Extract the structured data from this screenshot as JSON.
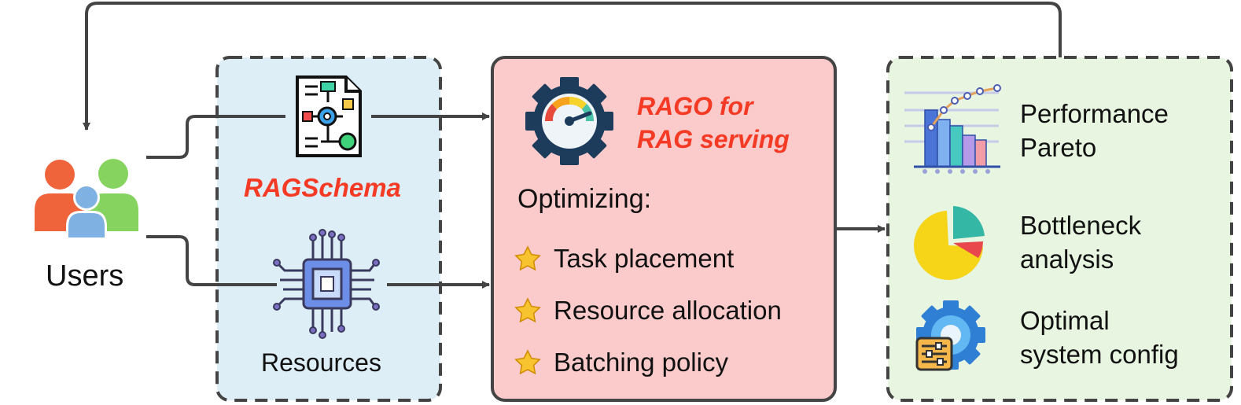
{
  "users": {
    "label": "Users"
  },
  "inputs": {
    "schema_label": "RAGSchema",
    "resources_label": "Resources"
  },
  "rago": {
    "title_line1": "RAGO for",
    "title_line2": "RAG serving",
    "optimizing_label": "Optimizing:",
    "items": [
      "Task placement",
      "Resource allocation",
      "Batching policy"
    ]
  },
  "outputs": [
    {
      "line1": "Performance",
      "line2": "Pareto"
    },
    {
      "line1": "Bottleneck",
      "line2": "analysis"
    },
    {
      "line1": "Optimal",
      "line2": "system config"
    }
  ],
  "colors": {
    "accent_text": "#f43a24",
    "input_panel_bg": "#deeef7",
    "rago_panel_bg": "#fbcaca",
    "output_panel_bg": "#e7f5e1",
    "border": "#444444"
  },
  "icons": {
    "users": "users-group-icon",
    "schema": "schema-document-icon",
    "resources": "chip-icon",
    "rago": "gauge-gear-icon",
    "item_marker": "star-icon",
    "pareto": "bar-line-chart-icon",
    "bottleneck": "pie-chart-icon",
    "config": "gear-settings-icon"
  }
}
